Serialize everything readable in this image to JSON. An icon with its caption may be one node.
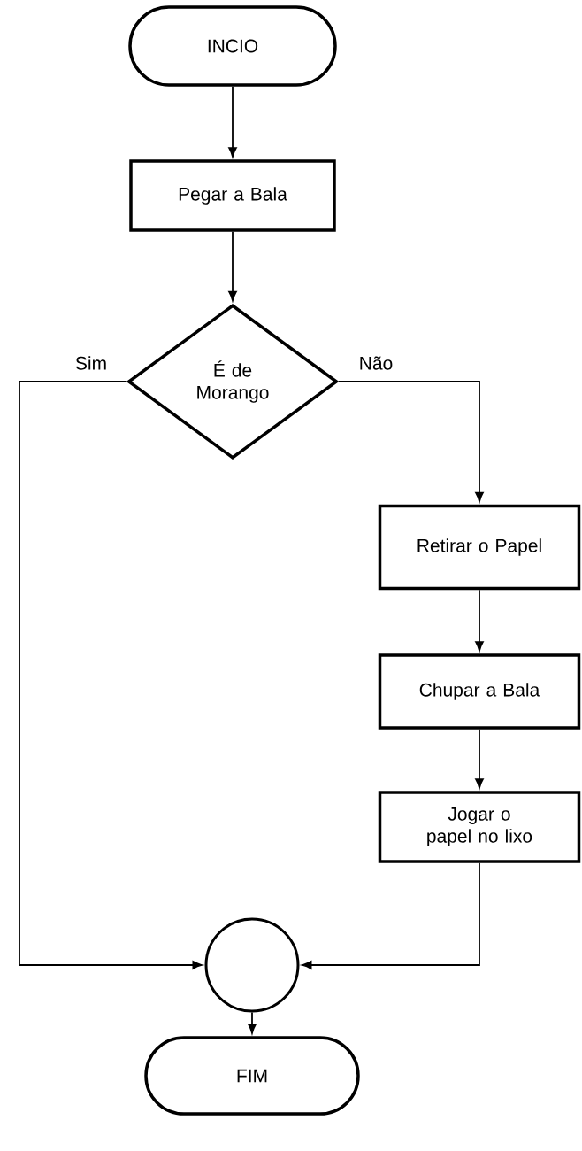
{
  "diagram": {
    "nodes": [
      {
        "text": [
          "INCIO"
        ]
      },
      {
        "text": [
          "Pegar a Bala"
        ]
      },
      {
        "text": [
          "É de Morango"
        ]
      },
      {
        "text": [
          "Retirar o Papel"
        ]
      },
      {
        "text": [
          "Chupar a Bala"
        ]
      },
      {
        "text": [
          "Jogar o papel no lixo"
        ]
      },
      {
        "text": [],
        "shape": "circle"
      },
      {
        "text": [
          "FIM"
        ]
      }
    ],
    "edges": [
      {
        "from": 0,
        "to": 1,
        "arrow": "to"
      },
      {
        "from": 1,
        "to": 2,
        "arrow": "to"
      },
      {
        "from": 2,
        "to": 6,
        "arrow": "to",
        "label": "Sim"
      },
      {
        "from": 2,
        "to": 3,
        "arrow": "to",
        "label": "Não"
      },
      {
        "from": 3,
        "to": 4,
        "arrow": "to"
      },
      {
        "from": 4,
        "to": 5,
        "arrow": "to"
      },
      {
        "from": 5,
        "to": 6,
        "arrow": "to"
      },
      {
        "from": 6,
        "to": 7,
        "arrow": "to"
      }
    ]
  }
}
